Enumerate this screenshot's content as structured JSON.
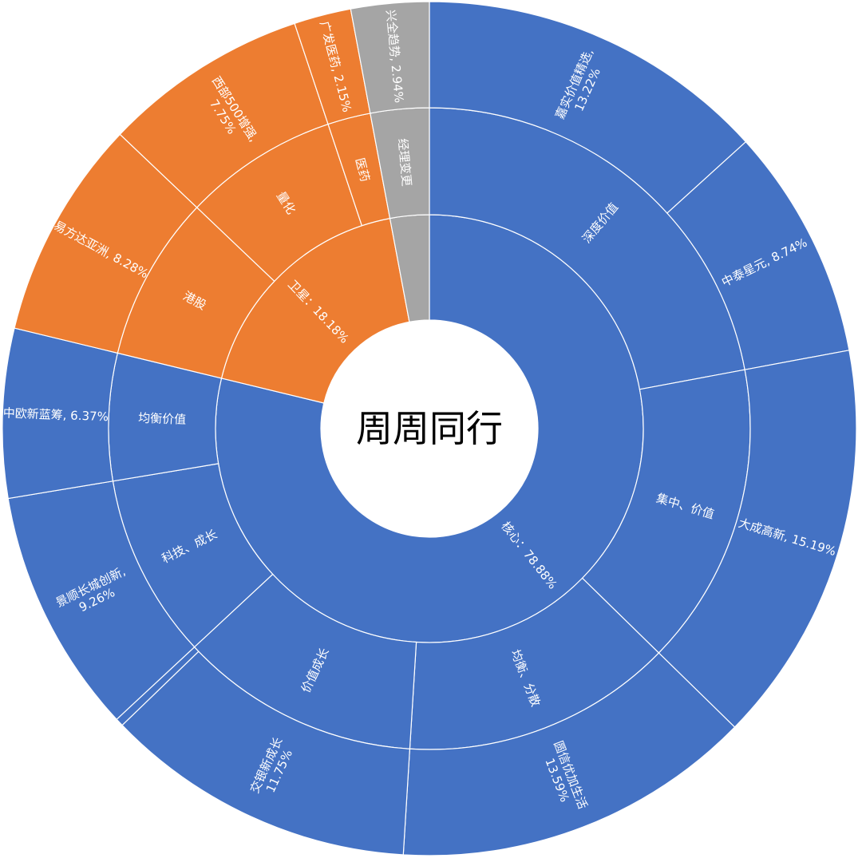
{
  "center_label": "周周同行",
  "colors": {
    "core": "#4472c4",
    "satellite": "#ed7d31",
    "manager": "#a5a5a5",
    "stroke": "#ffffff",
    "label": "#ffffff",
    "center_text": "#000000"
  },
  "chart_data": {
    "type": "sunburst",
    "title": "",
    "children": [
      {
        "label": "核心：78.88%",
        "color_key": "core",
        "children": [
          {
            "label": "深度价值",
            "children": [
              {
                "label": "嘉实价值精选,",
                "label2": "13.22%",
                "value": 13.22
              },
              {
                "label": "中泰星元, 8.74%",
                "value": 8.74
              }
            ]
          },
          {
            "label": "集中、价值",
            "children": [
              {
                "label": "大成高新, 15.19%",
                "value": 15.19
              }
            ]
          },
          {
            "label": "均衡、分散",
            "children": [
              {
                "label": "圆信优加生活",
                "label2": "13.59%",
                "value": 13.59
              }
            ]
          },
          {
            "label": "价值成长",
            "children": [
              {
                "label": "交银新成长",
                "label2": "11.75%",
                "value": 11.75
              },
              {
                "label": "",
                "value": 0.3
              }
            ]
          },
          {
            "label": "科技、成长",
            "children": [
              {
                "label": "景顺长城创新,",
                "label2": "9.26%",
                "value": 9.26
              }
            ]
          },
          {
            "label": "均衡价值",
            "children": [
              {
                "label": "中欧新蓝筹, 6.37%",
                "value": 6.37
              }
            ]
          }
        ]
      },
      {
        "label": "卫星：18.18%",
        "color_key": "satellite",
        "children": [
          {
            "label": "港股",
            "children": [
              {
                "label": "易方达亚洲, 8.28%",
                "value": 8.28
              }
            ]
          },
          {
            "label": "量化",
            "children": [
              {
                "label": "西部500增强,",
                "label2": "7.75%",
                "value": 7.75
              }
            ]
          },
          {
            "label": "医药",
            "children": [
              {
                "label": "广发医药, 2.15%",
                "value": 2.15
              }
            ]
          }
        ]
      },
      {
        "label": "",
        "color_key": "manager",
        "children": [
          {
            "label": "经理变更",
            "children": [
              {
                "label": "兴全趋势, 2.94%",
                "value": 2.94
              }
            ]
          }
        ]
      }
    ]
  }
}
